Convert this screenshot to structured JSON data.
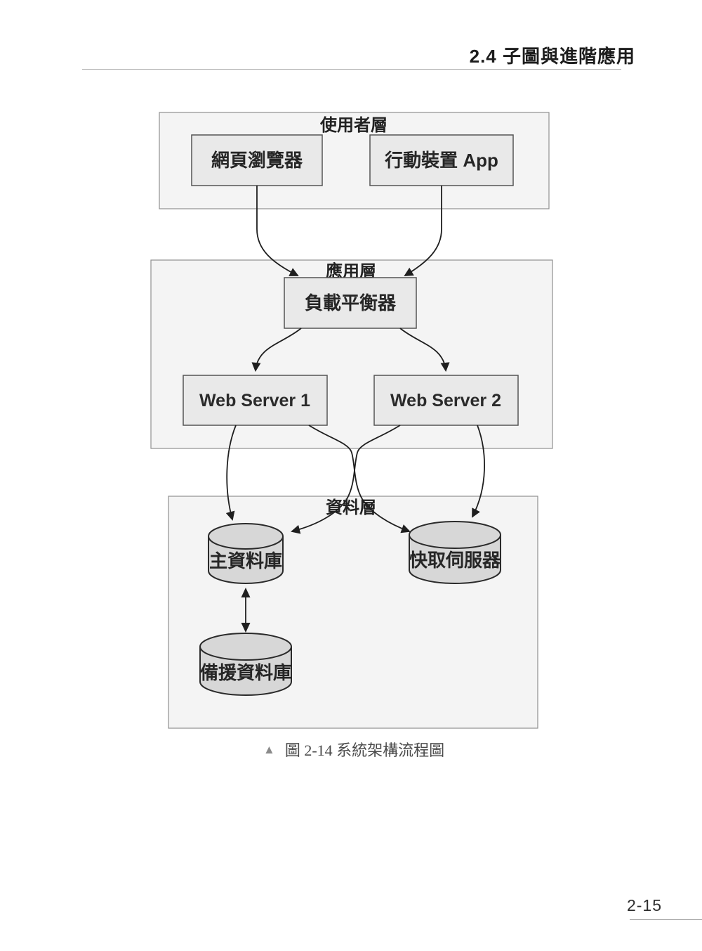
{
  "page": {
    "header_title": "2.4  子圖與進階應用",
    "page_number": "2-15"
  },
  "figure_caption": {
    "marker": "▲",
    "text": "圖 2-14 系統架構流程圖"
  },
  "diagram": {
    "layers": {
      "user": {
        "title": "使用者層"
      },
      "app": {
        "title": "應用層"
      },
      "data": {
        "title": "資料層"
      }
    },
    "nodes": {
      "browser": {
        "label": "網頁瀏覽器",
        "type": "box"
      },
      "mobile": {
        "label": "行動裝置 App",
        "type": "box"
      },
      "load_balancer": {
        "label": "負載平衡器",
        "type": "box"
      },
      "web_server_1": {
        "label": "Web Server 1",
        "type": "box"
      },
      "web_server_2": {
        "label": "Web Server 2",
        "type": "box"
      },
      "main_db": {
        "label": "主資料庫",
        "type": "cylinder"
      },
      "cache": {
        "label": "快取伺服器",
        "type": "cylinder"
      },
      "backup_db": {
        "label": "備援資料庫",
        "type": "cylinder"
      }
    },
    "edges": [
      {
        "from": "網頁瀏覽器",
        "to": "負載平衡器",
        "bidirectional": false
      },
      {
        "from": "行動裝置 App",
        "to": "負載平衡器",
        "bidirectional": false
      },
      {
        "from": "負載平衡器",
        "to": "Web Server 1",
        "bidirectional": false
      },
      {
        "from": "負載平衡器",
        "to": "Web Server 2",
        "bidirectional": false
      },
      {
        "from": "Web Server 1",
        "to": "主資料庫",
        "bidirectional": false
      },
      {
        "from": "Web Server 1",
        "to": "快取伺服器",
        "bidirectional": false
      },
      {
        "from": "Web Server 2",
        "to": "主資料庫",
        "bidirectional": false
      },
      {
        "from": "Web Server 2",
        "to": "快取伺服器",
        "bidirectional": false
      },
      {
        "from": "主資料庫",
        "to": "備援資料庫",
        "bidirectional": true
      }
    ],
    "colors": {
      "layer_fill": "#f4f4f4",
      "layer_border": "#8f8f8f",
      "node_fill": "#e9e9e9",
      "node_border": "#545454",
      "cylinder_fill": "#d7d7d7",
      "cylinder_border": "#2a2a2a",
      "arrow": "#1f1f1f"
    }
  }
}
